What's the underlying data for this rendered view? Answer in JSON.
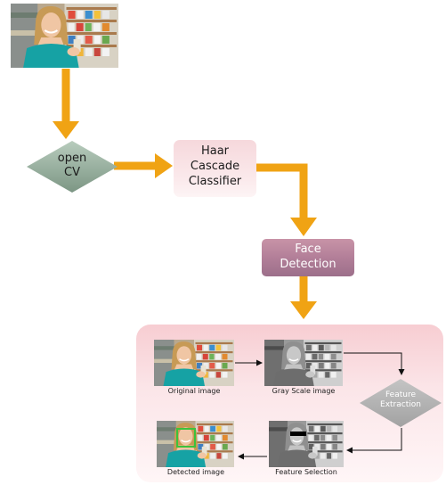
{
  "nodes": {
    "opencv": "open\nCV",
    "haar": "Haar\nCascade\nClassifier",
    "face_detection": "Face\nDetection",
    "feature_extraction": "Feature\nExtraction"
  },
  "captions": {
    "original": "Original image",
    "gray": "Gray Scale image",
    "selection": "Feature Selection",
    "detected": "Detected image"
  },
  "colors": {
    "flow_arrow": "#f0a314",
    "diamond_top": "#b6cbbb",
    "diamond_bottom": "#7e9886",
    "haar_box": "#f6d8dc",
    "face_box": "#b07d97",
    "panel": "#f7cdd2",
    "extract_diamond": "#b4b4b4",
    "detect_frame": "#3cc23c"
  }
}
